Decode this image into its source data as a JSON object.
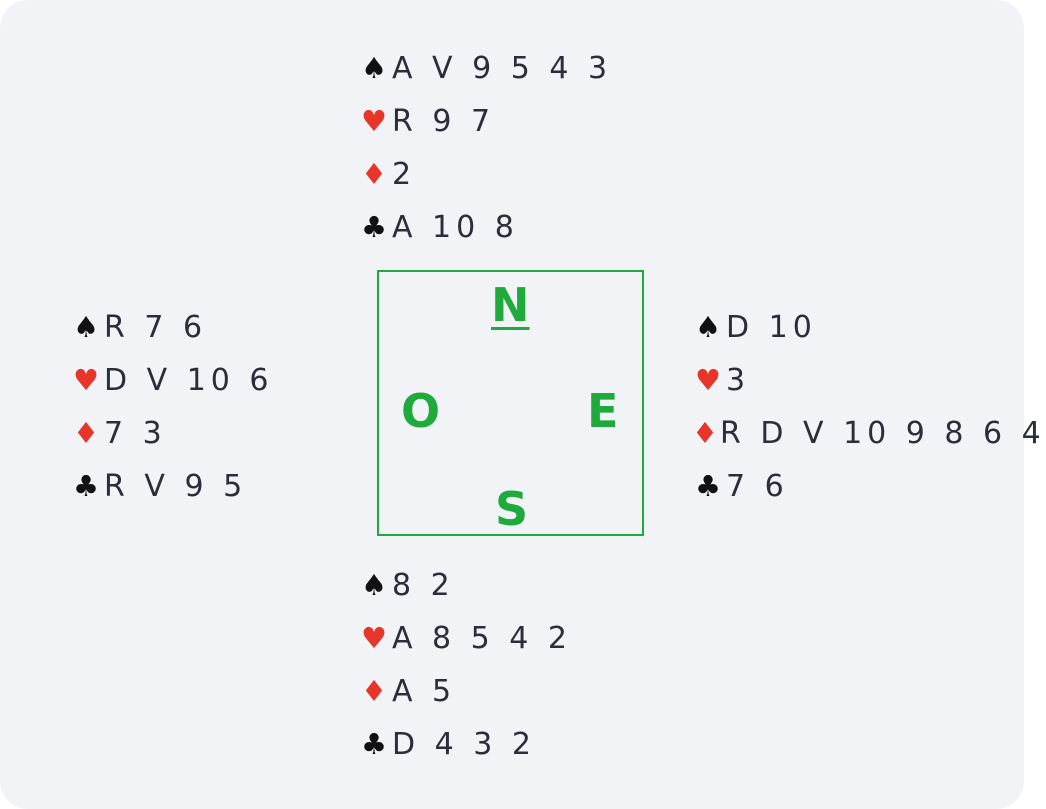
{
  "colors": {
    "background": "#f2f3f7",
    "black_suit": "#111111",
    "red_suit": "#e8352a",
    "card_text": "#2a2e38",
    "compass": "#1faa3c"
  },
  "suits": {
    "spades": "♠",
    "hearts": "♥",
    "diamonds": "♦",
    "clubs": "♣"
  },
  "hands": {
    "north": {
      "spades": "A V 9 5 4 3",
      "hearts": "R 9 7",
      "diamonds": "2",
      "clubs": "A 10 8"
    },
    "west": {
      "spades": "R 7 6",
      "hearts": "D V 10 6",
      "diamonds": "7 3",
      "clubs": "R V 9 5"
    },
    "east": {
      "spades": "D 10",
      "hearts": "3",
      "diamonds": "R D V 10 9 8 6 4",
      "clubs": "7 6"
    },
    "south": {
      "spades": "8 2",
      "hearts": "A 8 5 4 2",
      "diamonds": "A 5",
      "clubs": "D 4 3 2"
    }
  },
  "compass": {
    "north": "N",
    "west": "O",
    "east": "E",
    "south": "S"
  }
}
